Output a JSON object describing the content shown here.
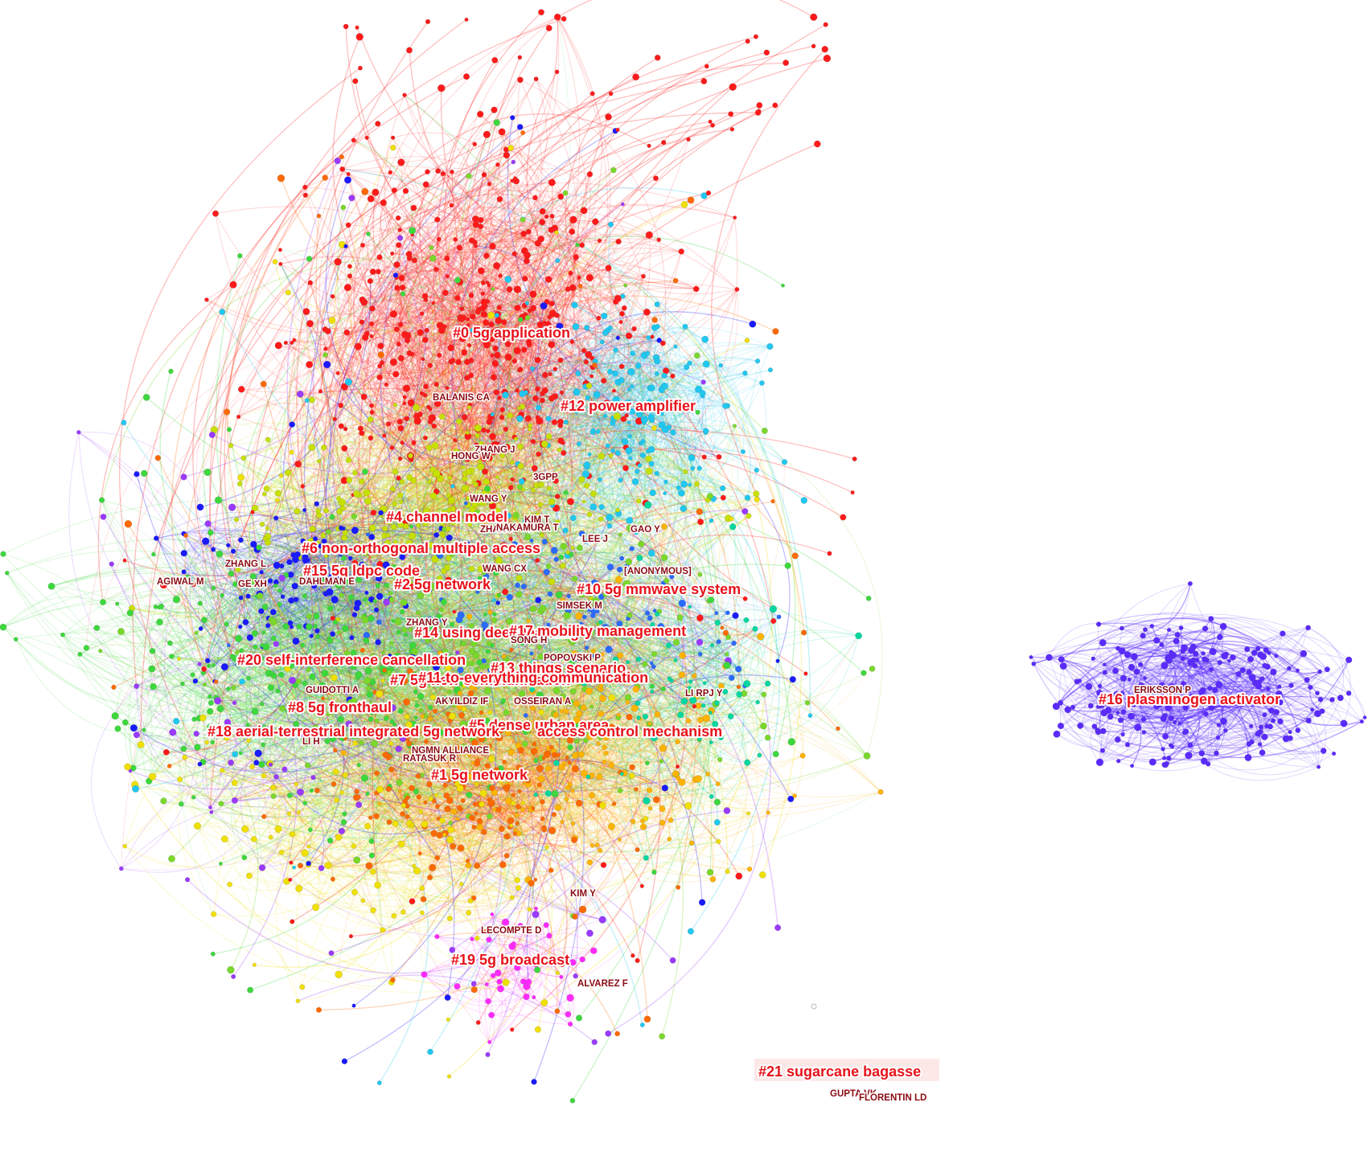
{
  "cluster_labels": [
    {
      "id": "c0",
      "text": "#0 5g application",
      "color": "#ff1a1a"
    },
    {
      "id": "c1",
      "text": "#1 5g network",
      "color": "#ff6a00"
    },
    {
      "id": "c2",
      "text": "#2 5g network",
      "color": "#1a1aff"
    },
    {
      "id": "c4",
      "text": "#4 channel model",
      "color": "#c8e000"
    },
    {
      "id": "c5",
      "text": "#5 dense urban area",
      "color": "#ffb400"
    },
    {
      "id": "c6",
      "text": "#6 non-orthogonal multiple access",
      "color": "#a8e000"
    },
    {
      "id": "c7",
      "text": "#7 5g new communication",
      "color": "#7ad82a"
    },
    {
      "id": "c8",
      "text": "#8 5g fronthaul",
      "color": "#3cd83c"
    },
    {
      "id": "c10",
      "text": "#10 5g mmwave system",
      "color": "#2a6aff"
    },
    {
      "id": "c11",
      "text": "#11 to-everything communication",
      "color": "#f0e000"
    },
    {
      "id": "c12",
      "text": "#12 power amplifier",
      "color": "#20c8f0"
    },
    {
      "id": "c13",
      "text": "#13 things scenario",
      "color": "#00d8a0"
    },
    {
      "id": "c14",
      "text": "#14 using deep learning",
      "color": "#00c850"
    },
    {
      "id": "c15",
      "text": "#15 5g ldpc code",
      "color": "#3a3aff"
    },
    {
      "id": "c16",
      "text": "#16 plasminogen activator",
      "color": "#5a2aff"
    },
    {
      "id": "c17",
      "text": "#17 mobility management",
      "color": "#6ae86a"
    },
    {
      "id": "c18",
      "text": "#18 aerial-terrestrial integrated 5g network",
      "color": "#00b8d8"
    },
    {
      "id": "c18b",
      "text": "access control mechanism",
      "color": "#ff8a3a"
    },
    {
      "id": "c19",
      "text": "#19 5g broadcast",
      "color": "#ff2aff"
    },
    {
      "id": "c20",
      "text": "#20 self-interference cancellation",
      "color": "#9a3aff"
    },
    {
      "id": "c21",
      "text": "#21 sugarcane bagasse",
      "color": "#ff4a4a"
    }
  ],
  "author_labels": [
    "BALANIS CA",
    "ZHANG J",
    "HONG W",
    "3GPP",
    "WANG Y",
    "KIM T",
    "ZHANG",
    "NAKAMURA T",
    "GAO Y",
    "LEE J",
    "ZHANG L",
    "AGIWAL M",
    "GE XH",
    "DAHLMAN E",
    "WANG CX",
    "[ANONYMOUS]",
    "SIMSEK M",
    "ZHANG Y",
    "SONG H",
    "POPOVSKI P",
    "GUIDOTTI A",
    "LI RPJ Y",
    "AKYILDIZ IF",
    "OSSEIRAN A",
    "LI H",
    "NGMN ALLIANCE",
    "RATASUK R",
    "KIM Y",
    "LECOMPTE D",
    "ALVAREZ F",
    "ERIKSSON P",
    "GUPTA VK",
    "FLORENTIN LD"
  ],
  "palette": [
    "#ff1a1a",
    "#ff6a00",
    "#ffb400",
    "#f0e000",
    "#c8e000",
    "#7ad82a",
    "#3cd83c",
    "#00d8a0",
    "#20c8f0",
    "#2a6aff",
    "#1a1aff",
    "#9a3aff",
    "#ff2aff"
  ],
  "label_color": "#e8121b",
  "author_color": "#8a0a12"
}
